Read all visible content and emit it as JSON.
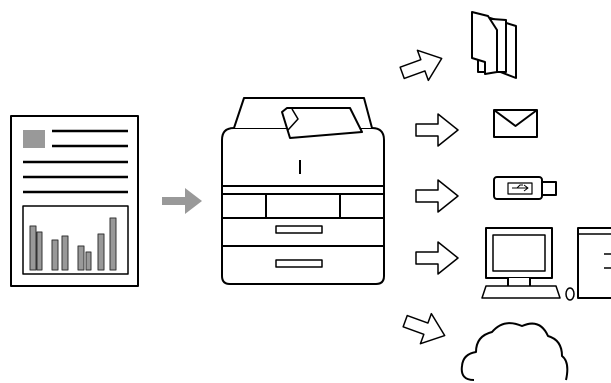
{
  "diagram": {
    "source": {
      "icon": "document-with-text-and-bar-chart-icon"
    },
    "flow_arrow": {
      "icon": "arrow-right-icon",
      "color": "#999999"
    },
    "device": {
      "icon": "multifunction-printer-scanner-icon"
    },
    "destinations": [
      {
        "name": "folder",
        "icon": "folder-icon"
      },
      {
        "name": "email",
        "icon": "envelope-icon"
      },
      {
        "name": "usb",
        "icon": "usb-drive-icon"
      },
      {
        "name": "computer",
        "icon": "computer-icon"
      },
      {
        "name": "cloud",
        "icon": "cloud-icon"
      }
    ],
    "colors": {
      "stroke": "#000000",
      "fill": "#ffffff",
      "gray": "#999999",
      "dark_gray": "#555555"
    }
  }
}
